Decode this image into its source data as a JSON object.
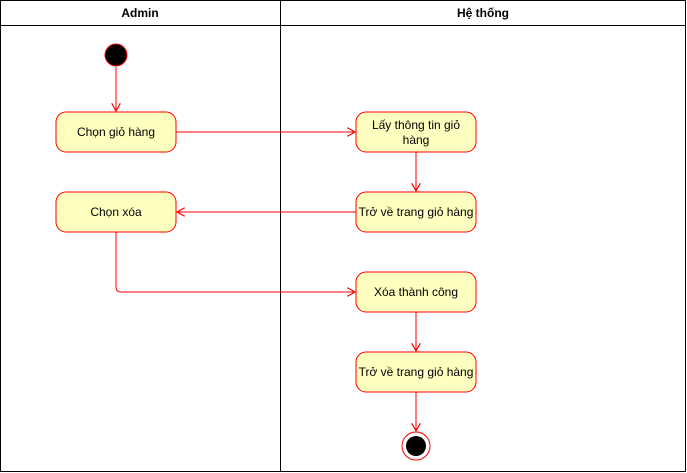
{
  "diagram": {
    "type": "activity-swimlane",
    "lanes": [
      {
        "id": "admin",
        "label": "Admin"
      },
      {
        "id": "system",
        "label": "Hệ thống"
      }
    ],
    "nodes": [
      {
        "id": "start",
        "kind": "initial",
        "lane": "admin"
      },
      {
        "id": "a1",
        "kind": "action",
        "lane": "admin",
        "lines": [
          "Chọn giỏ hàng"
        ]
      },
      {
        "id": "s1",
        "kind": "action",
        "lane": "system",
        "lines": [
          "Lấy thông tin giỏ",
          "hàng"
        ]
      },
      {
        "id": "s2",
        "kind": "action",
        "lane": "system",
        "lines": [
          "Trở về trang giỏ hàng"
        ]
      },
      {
        "id": "a2",
        "kind": "action",
        "lane": "admin",
        "lines": [
          "Chọn xóa"
        ]
      },
      {
        "id": "s3",
        "kind": "action",
        "lane": "system",
        "lines": [
          "Xóa thành công"
        ]
      },
      {
        "id": "s4",
        "kind": "action",
        "lane": "system",
        "lines": [
          "Trở về trang giỏ hàng"
        ]
      },
      {
        "id": "end",
        "kind": "final",
        "lane": "system"
      }
    ],
    "edges": [
      {
        "from": "start",
        "to": "a1"
      },
      {
        "from": "a1",
        "to": "s1"
      },
      {
        "from": "s1",
        "to": "s2"
      },
      {
        "from": "s2",
        "to": "a2"
      },
      {
        "from": "a2",
        "to": "s3"
      },
      {
        "from": "s3",
        "to": "s4"
      },
      {
        "from": "s4",
        "to": "end"
      }
    ],
    "colors": {
      "action_fill": "#ffffc0",
      "stroke": "#ff0000",
      "initial_fill": "#000000",
      "lane_border": "#000000"
    }
  }
}
